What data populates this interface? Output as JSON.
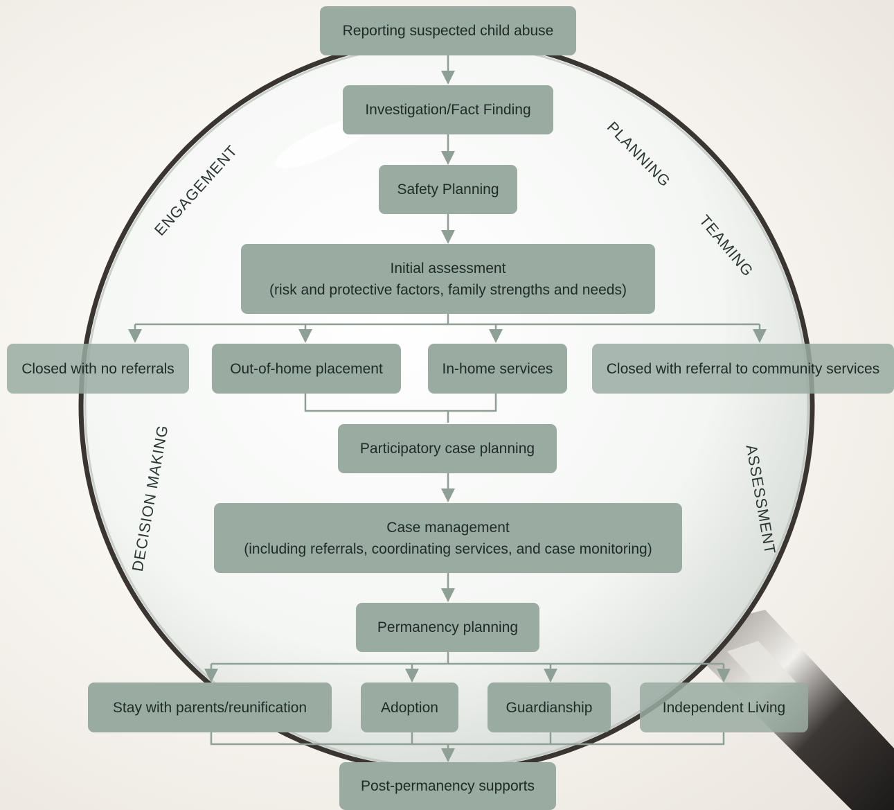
{
  "colors": {
    "node_fill": "#9aaba2",
    "connector": "#8e9f96",
    "text": "#1f2a26",
    "lens_rim": "#3a3530",
    "handle": "#2a2624"
  },
  "themes": {
    "engagement": "ENGAGEMENT",
    "planning": "PLANNING",
    "teaming": "TEAMING",
    "assessment": "ASSESSMENT",
    "decision_making": "DECISION MAKING"
  },
  "nodes": {
    "reporting": "Reporting suspected child abuse",
    "investigation": "Investigation/Fact Finding",
    "safety_planning": "Safety Planning",
    "initial_assessment": {
      "line1": "Initial assessment",
      "line2": "(risk and protective factors, family strengths and needs)"
    },
    "closed_no_referrals": "Closed with no referrals",
    "out_of_home": "Out-of-home placement",
    "in_home": "In-home services",
    "closed_referral": "Closed with referral to community services",
    "participatory": "Participatory case planning",
    "case_management": {
      "line1": "Case management",
      "line2": "(including referrals, coordinating services, and case monitoring)"
    },
    "permanency_planning": "Permanency planning",
    "stay_with_parents": "Stay with parents/reunification",
    "adoption": "Adoption",
    "guardianship": "Guardianship",
    "independent_living": "Independent Living",
    "post_permanency": "Post-permanency supports"
  }
}
